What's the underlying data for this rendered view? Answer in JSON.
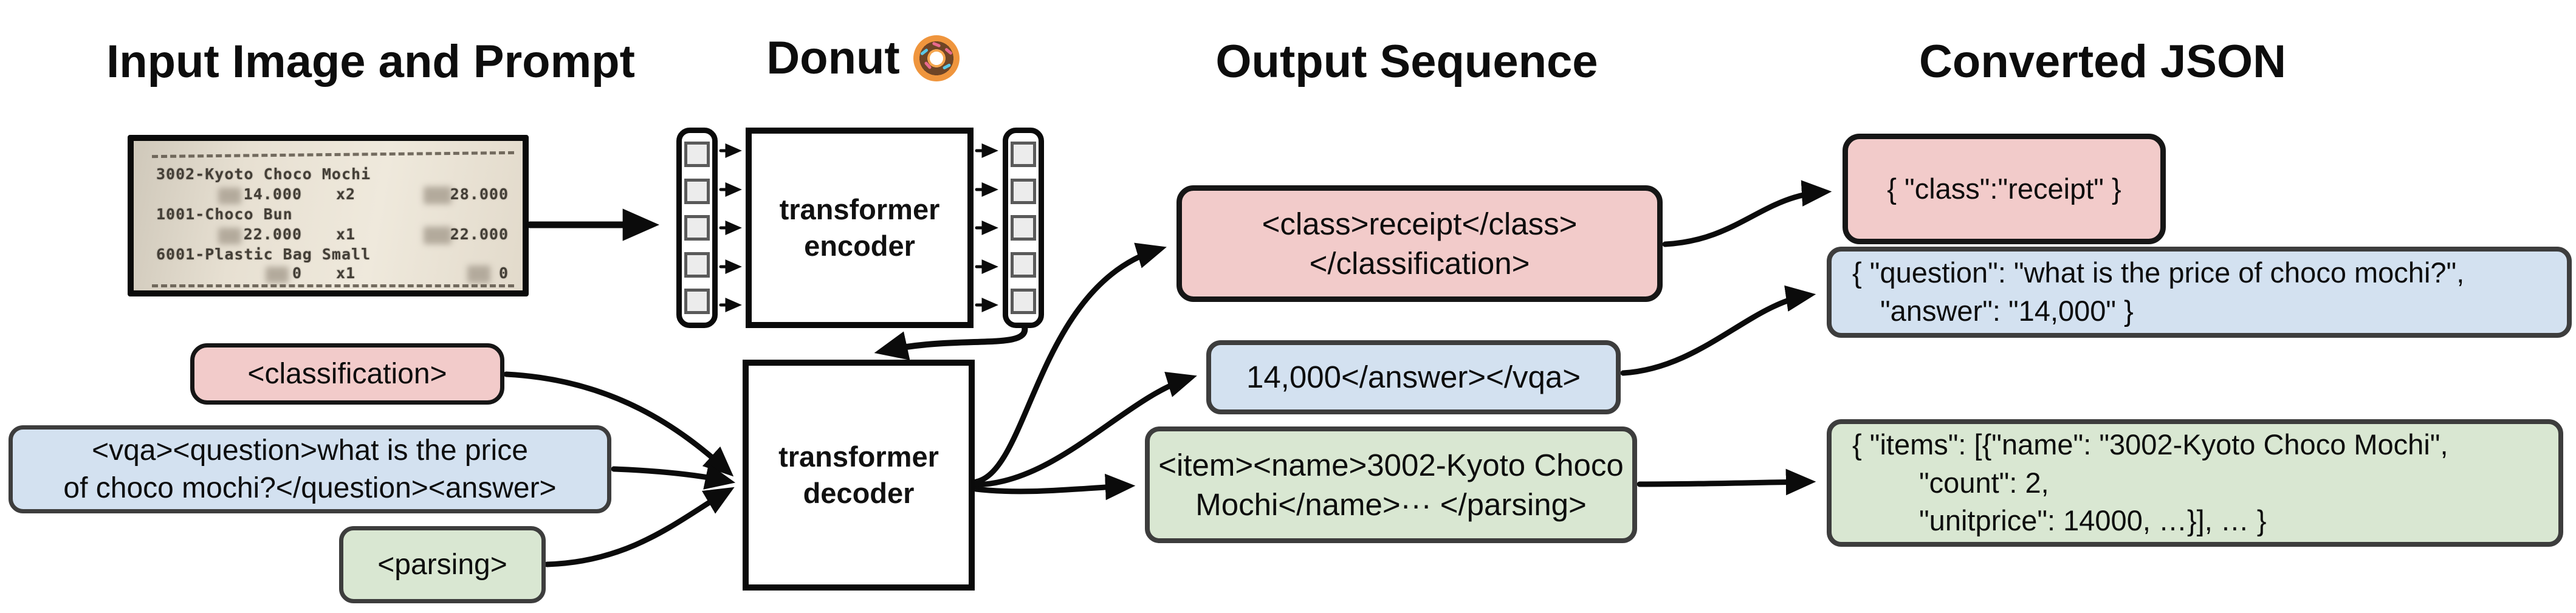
{
  "headings": {
    "input": "Input Image and Prompt",
    "model": "Donut",
    "model_emoji_icon": "donut-emoji",
    "output": "Output Sequence",
    "json": "Converted JSON"
  },
  "receipt": {
    "items": [
      {
        "name": "3002-Kyoto Choco Mochi",
        "price": "14.000",
        "qty": "x2",
        "total": "28.000"
      },
      {
        "name": "1001-Choco Bun",
        "price": "22.000",
        "qty": "x1",
        "total": "22.000"
      },
      {
        "name": "6001-Plastic Bag Small",
        "price": "0",
        "qty": "x1",
        "total": "0"
      }
    ]
  },
  "model": {
    "encoder": [
      "transformer",
      "encoder"
    ],
    "decoder": [
      "transformer",
      "decoder"
    ]
  },
  "prompts": {
    "classification": {
      "text": "<classification>"
    },
    "vqa": {
      "lines": [
        "<vqa><question>what is the price",
        "of choco mochi?</question><answer>"
      ]
    },
    "parsing": {
      "text": "<parsing>"
    }
  },
  "outputs": {
    "classification": {
      "lines": [
        "<class>receipt</class>",
        "</classification>"
      ]
    },
    "vqa": {
      "text": "14,000</answer></vqa>"
    },
    "parsing": {
      "lines": [
        "<item><name>3002-Kyoto Choco",
        "Mochi</name>··· </parsing>"
      ]
    }
  },
  "json_outputs": {
    "classification": {
      "text": "{ \"class\":\"receipt\" }"
    },
    "vqa": {
      "lines": [
        "{ \"question\": \"what is the price of choco mochi?\",",
        "\"answer\": \"14,000\" }"
      ]
    },
    "parsing": {
      "lines": [
        "{ \"items\": [{\"name\": \"3002-Kyoto Choco Mochi\",",
        "\"count\": 2,",
        "\"unitprice\": 14000, …}], … }"
      ]
    }
  },
  "colors": {
    "classification_fill": "#f2cbca",
    "vqa_fill": "#d3e1f0",
    "parsing_fill": "#d9e7d2",
    "arrow_stroke": "#0b0b0b",
    "patch_fill": "#ececec"
  }
}
